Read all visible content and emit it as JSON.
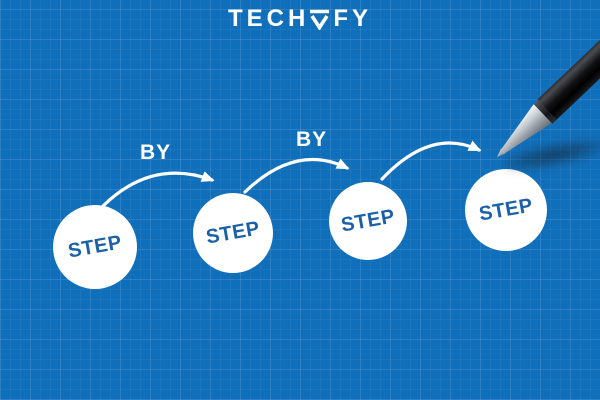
{
  "logo": {
    "text_before": "TECH",
    "text_after": "FY",
    "glyph": "stylized-v-triangle",
    "color": "#ffffff"
  },
  "illustration": {
    "steps": [
      {
        "label": "STEP"
      },
      {
        "label": "STEP"
      },
      {
        "label": "STEP"
      },
      {
        "label": "STEP"
      }
    ],
    "connectors": [
      {
        "label": "BY"
      },
      {
        "label": "BY"
      },
      {
        "label": ""
      }
    ],
    "pen": "ballpoint-pen-from-top-right",
    "colors": {
      "background": "#106fba",
      "grid_line": "#3b87c8",
      "circle_fill": "#ffffff",
      "step_text": "#1a61a8",
      "arrow": "#ffffff",
      "connector_text": "#ffffff",
      "pen_body": "#0b0b0d",
      "pen_tip_chrome": "#c9ced5"
    }
  }
}
